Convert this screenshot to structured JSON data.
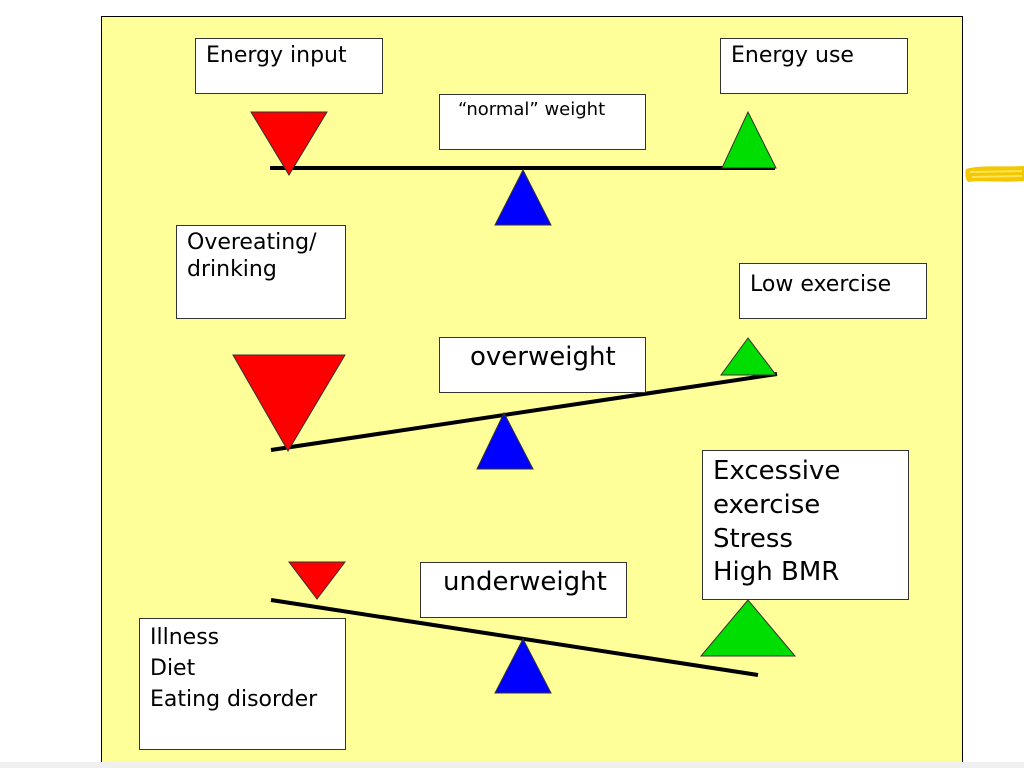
{
  "colors": {
    "background": "#ffff99",
    "energy_input": "#ff0000",
    "energy_use": "#00dd00",
    "fulcrum": "#0000ff",
    "beam": "#000000"
  },
  "labels": {
    "energy_input": "Energy input",
    "energy_use": "Energy use",
    "normal_weight": "“normal” weight",
    "overeating": [
      "Overeating/",
      "drinking"
    ],
    "low_exercise": "Low exercise",
    "overweight": "overweight",
    "excessive": [
      "Excessive",
      "exercise",
      "Stress",
      "High BMR"
    ],
    "underweight": "underweight",
    "illness": [
      "Illness",
      "Diet",
      "Eating disorder"
    ]
  },
  "icons": {
    "energy_input_marker": "red-down-triangle-icon",
    "energy_use_marker": "green-up-triangle-icon",
    "fulcrum": "blue-triangle-icon"
  }
}
